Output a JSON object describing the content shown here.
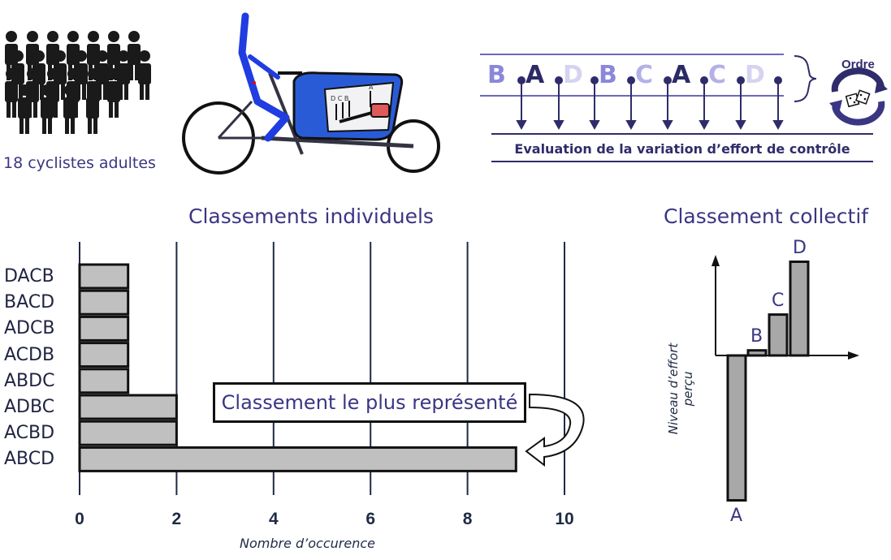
{
  "header": {
    "participants_label": "18 cyclistes adultes",
    "order_label": "Ordre",
    "sequence": [
      {
        "letter": "B",
        "color": "#8b87d9"
      },
      {
        "letter": "A",
        "color": "#2c2a66"
      },
      {
        "letter": "D",
        "color": "#d6d3f1"
      },
      {
        "letter": "B",
        "color": "#8b87d9"
      },
      {
        "letter": "C",
        "color": "#b4b1e6"
      },
      {
        "letter": "A",
        "color": "#2c2a66"
      },
      {
        "letter": "C",
        "color": "#b4b1e6"
      },
      {
        "letter": "D",
        "color": "#d6d3f1"
      }
    ],
    "evaluation_label": "Evaluation de la variation d’effort de contrôle"
  },
  "chart_data": [
    {
      "type": "bar",
      "orientation": "horizontal",
      "title": "Classements individuels",
      "categories": [
        "DACB",
        "BACD",
        "ADCB",
        "ACDB",
        "ABDC",
        "ADBC",
        "ACBD",
        "ABCD"
      ],
      "values": [
        1,
        1,
        1,
        1,
        1,
        2,
        2,
        9
      ],
      "xlabel": "Nombre d’occurence",
      "ylabel": "",
      "xlim": [
        0,
        10
      ],
      "xticks": [
        0,
        2,
        4,
        6,
        8,
        10
      ],
      "grid": true,
      "bar_color": "#c0c0c0",
      "annotation": "Classement le plus représenté"
    },
    {
      "type": "bar",
      "title": "Classement collectif",
      "categories": [
        "A",
        "B",
        "C",
        "D"
      ],
      "values": [
        -8.5,
        0.3,
        2.4,
        5.5
      ],
      "ylabel": "Niveau d’effort perçu",
      "bar_color": "#a8a8a8"
    }
  ],
  "colors": {
    "accent": "#3b3683",
    "arrow": "#2f2c6b",
    "bike_frame": "#1f3de0",
    "bike_box": "#2a5bd7"
  }
}
